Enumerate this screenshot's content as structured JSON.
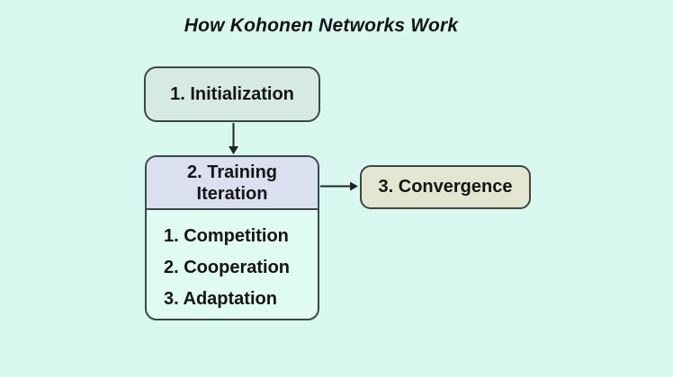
{
  "title": "How Kohonen Networks Work",
  "diagram": {
    "type": "flowchart",
    "nodes": {
      "initialization": {
        "label": "1. Initialization"
      },
      "training": {
        "header_lines": [
          "2. Training",
          "Iteration"
        ],
        "steps": [
          "1. Competition",
          "2. Cooperation",
          "3. Adaptation"
        ]
      },
      "convergence": {
        "label": "3. Convergence"
      }
    },
    "edges": [
      {
        "from": "initialization",
        "to": "training",
        "direction": "down"
      },
      {
        "from": "training",
        "to": "convergence",
        "direction": "right"
      }
    ]
  },
  "colors": {
    "background": "#d9f8ef",
    "initialization_fill": "#d6e9e2",
    "training_header_fill": "#dbe0f1",
    "training_body_fill": "#e0fbf2",
    "convergence_fill": "#e5e6d2",
    "border": "#3d4846",
    "arrow": "#1e2624",
    "text": "#141414"
  }
}
